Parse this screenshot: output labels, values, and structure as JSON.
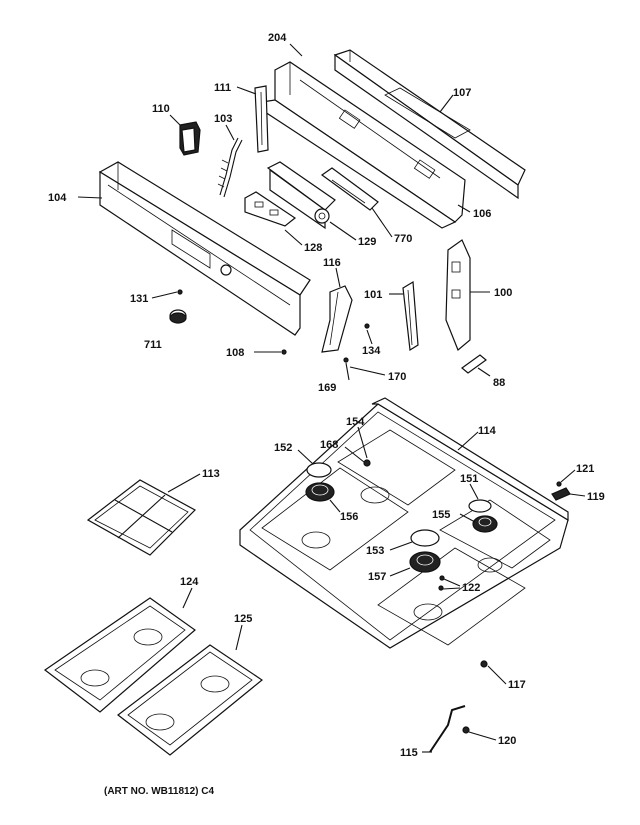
{
  "labels": {
    "l204": "204",
    "l111": "111",
    "l107": "107",
    "l110": "110",
    "l103": "103",
    "l104": "104",
    "l106": "106",
    "l128": "128",
    "l129": "129",
    "l770": "770",
    "l116": "116",
    "l101": "101",
    "l100": "100",
    "l131": "131",
    "l711": "711",
    "l108": "108",
    "l134": "134",
    "l169": "169",
    "l170": "170",
    "l88": "88",
    "l114": "114",
    "l154": "154",
    "l152": "152",
    "l168": "168",
    "l113": "113",
    "l151": "151",
    "l121": "121",
    "l119": "119",
    "l156": "156",
    "l155": "155",
    "l153": "153",
    "l157": "157",
    "l122": "122",
    "l124": "124",
    "l125": "125",
    "l117": "117",
    "l120": "120",
    "l115": "115"
  },
  "caption": "(ART NO. WB11812) C4"
}
